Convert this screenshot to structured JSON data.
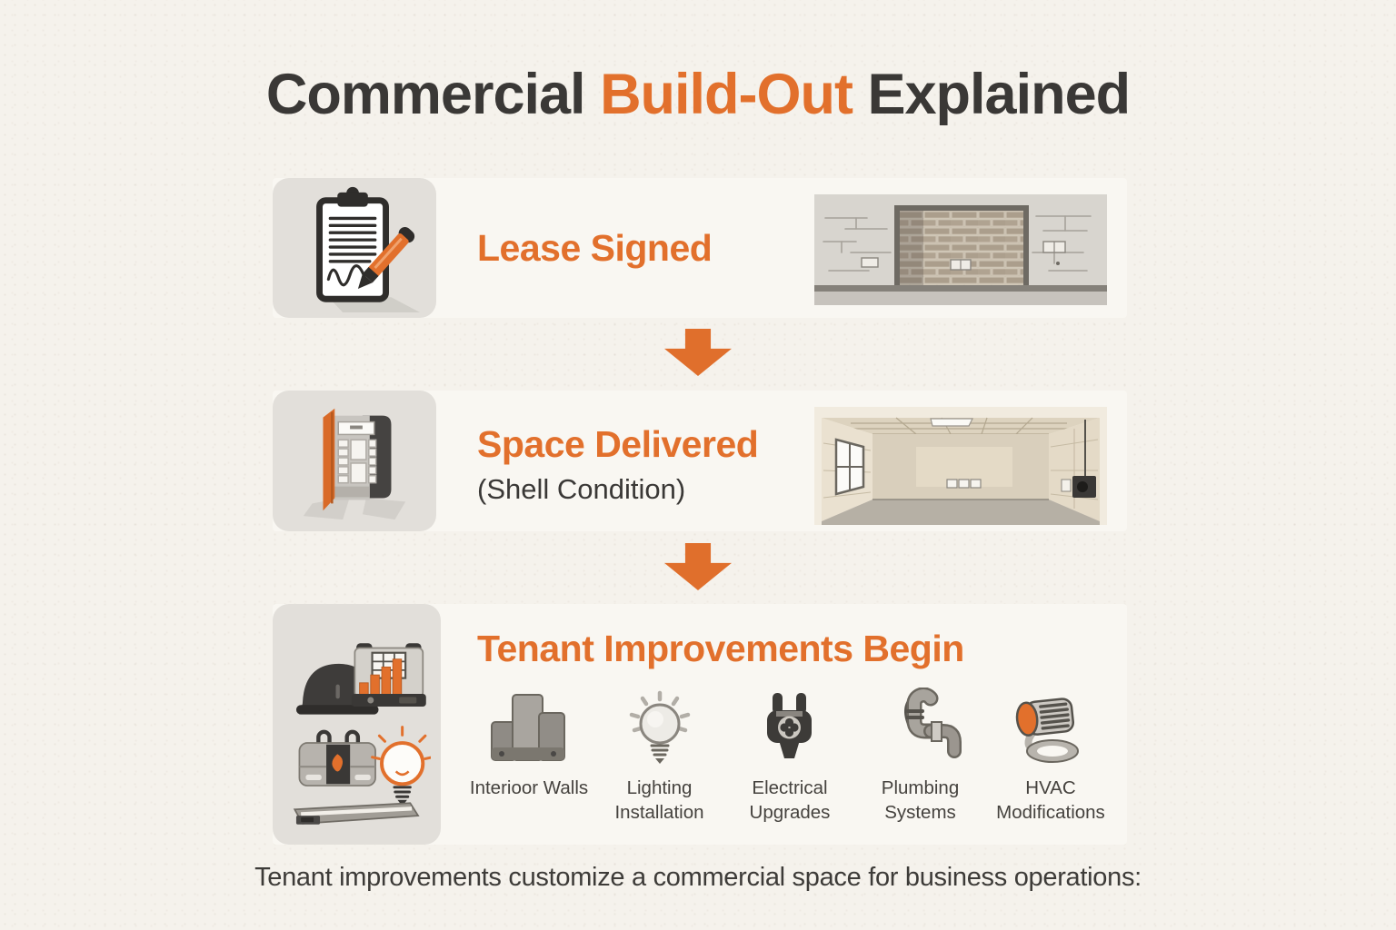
{
  "colors": {
    "accent_orange": "#E2702C",
    "heading_dark": "#3A3836",
    "row_band": "#F9F7F2",
    "icon_tile": "#E2DFDA",
    "page_background": "#F5F2EC"
  },
  "title": {
    "part1": "Commercial",
    "part2": "Build-Out",
    "part3": "Explained"
  },
  "stages": [
    {
      "label": "Lease Signed",
      "icon": "clipboard-pen-icon",
      "photo": "masonry-wall-with-garage-opening"
    },
    {
      "label": "Space Delivered",
      "sublabel": "(Shell Condition)",
      "icon": "storefront-facade-icon",
      "photo": "empty-shell-interior-room"
    },
    {
      "label": "Tenant Improvements Begin",
      "icon": "construction-tools-icon",
      "items": [
        {
          "label": "Interioor Walls",
          "icon": "interior-walls-icon"
        },
        {
          "label": "Lighting Installation",
          "icon": "light-bulb-icon"
        },
        {
          "label": "Electrical Upgrades",
          "icon": "power-plug-icon"
        },
        {
          "label": "Plumbing Systems",
          "icon": "pipes-icon"
        },
        {
          "label": "HVAC Modifications",
          "icon": "hvac-duct-icon"
        }
      ]
    }
  ],
  "caption": "Tenant improvements customize a commercial space for business operations:"
}
